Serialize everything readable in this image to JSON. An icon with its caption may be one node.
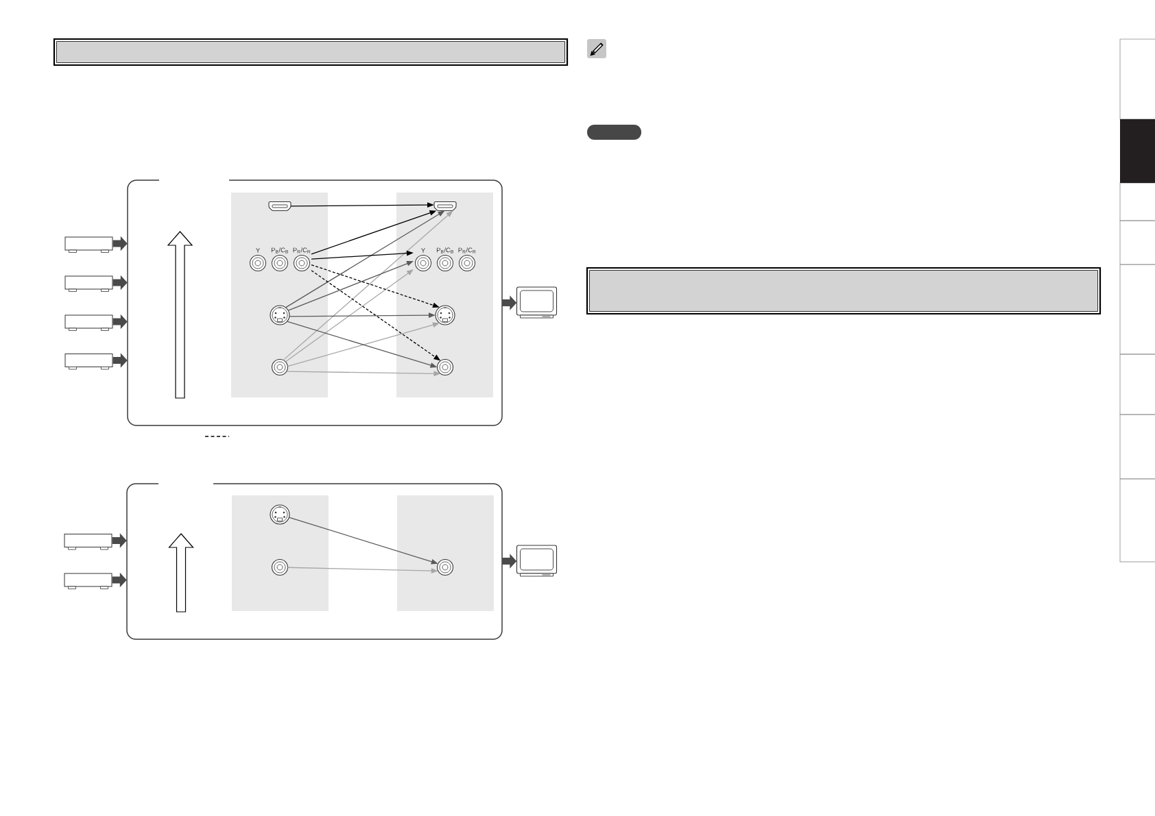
{
  "diagram": {
    "nodes": [
      {
        "text": [],
        "shape": "box"
      },
      {
        "text": [],
        "shape": "box",
        "in": 0
      },
      {
        "text": [],
        "shape": "picture",
        "in": 1
      },
      {
        "text": [
          "Y",
          "P$_{B}$/C$_{B}$",
          "P$_{R}$/C$_{R}$"
        ],
        "in": 1
      },
      {
        "text": [],
        "shape": "circle",
        "in": 1
      },
      {
        "text": [],
        "shape": "circle",
        "in": 1
      },
      {
        "text": [],
        "shape": "box",
        "in": 0
      },
      {
        "text": [],
        "shape": "picture",
        "in": 6
      },
      {
        "text": [
          "Y",
          "P$_{B}$/C$_{B}$",
          "P$_{R}$/C$_{R}$"
        ],
        "in": 6
      },
      {
        "text": [],
        "shape": "circle",
        "in": 6
      },
      {
        "text": [],
        "shape": "circle",
        "in": 6
      },
      {
        "text": [],
        "shape": "box"
      },
      {
        "text": [],
        "shape": "box"
      },
      {
        "text": [],
        "shape": "box"
      },
      {
        "text": [],
        "shape": "box"
      },
      {
        "text": [],
        "shape": "picture"
      },
      {
        "text": [],
        "shape": "box"
      },
      {
        "text": [],
        "shape": "box",
        "in": 16
      },
      {
        "text": [],
        "shape": "circle",
        "in": 17
      },
      {
        "text": [],
        "shape": "circle",
        "in": 17
      },
      {
        "text": [],
        "shape": "box",
        "in": 16
      },
      {
        "text": [],
        "shape": "circle",
        "in": 20
      },
      {
        "text": [],
        "shape": "box"
      },
      {
        "text": [],
        "shape": "box"
      },
      {
        "text": [],
        "shape": "picture"
      },
      {
        "text": [],
        "shape": "box"
      },
      {
        "text": [],
        "shape": "box"
      }
    ],
    "edges": [
      {
        "from": 2,
        "to": 7,
        "arrow": "to"
      },
      {
        "from": 3,
        "to": 7,
        "arrow": "to"
      },
      {
        "from": 3,
        "to": 8,
        "arrow": "to"
      },
      {
        "from": 3,
        "to": 9,
        "arrow": "to",
        "style": "dashed"
      },
      {
        "from": 3,
        "to": 10,
        "arrow": "to",
        "style": "dashed"
      },
      {
        "from": 4,
        "to": 7,
        "arrow": "to",
        "color": "#5a5a5a"
      },
      {
        "from": 4,
        "to": 8,
        "arrow": "to",
        "color": "#5a5a5a"
      },
      {
        "from": 4,
        "to": 9,
        "arrow": "to",
        "color": "#5a5a5a"
      },
      {
        "from": 4,
        "to": 10,
        "arrow": "to",
        "color": "#5a5a5a"
      },
      {
        "from": 5,
        "to": 7,
        "arrow": "to",
        "color": "#a6a6a6"
      },
      {
        "from": 5,
        "to": 8,
        "arrow": "to",
        "color": "#a6a6a6"
      },
      {
        "from": 5,
        "to": 9,
        "arrow": "to",
        "color": "#a6a6a6"
      },
      {
        "from": 5,
        "to": 10,
        "arrow": "to",
        "color": "#a6a6a6"
      },
      {
        "from": 11,
        "to": 0,
        "arrow": "to",
        "style": "thick",
        "color": "#4a4a4a"
      },
      {
        "from": 12,
        "to": 0,
        "arrow": "to",
        "style": "thick",
        "color": "#4a4a4a"
      },
      {
        "from": 13,
        "to": 0,
        "arrow": "to",
        "style": "thick",
        "color": "#4a4a4a"
      },
      {
        "from": 14,
        "to": 0,
        "arrow": "to",
        "style": "thick",
        "color": "#4a4a4a"
      },
      {
        "from": 0,
        "to": 15,
        "arrow": "to",
        "style": "thick",
        "color": "#4a4a4a"
      },
      {
        "from": 18,
        "to": 21,
        "arrow": "to",
        "color": "#5a5a5a"
      },
      {
        "from": 19,
        "to": 21,
        "arrow": "to",
        "color": "#a6a6a6"
      },
      {
        "from": 22,
        "to": 16,
        "arrow": "to",
        "style": "thick",
        "color": "#4a4a4a"
      },
      {
        "from": 23,
        "to": 16,
        "arrow": "to",
        "style": "thick",
        "color": "#4a4a4a"
      },
      {
        "from": 16,
        "to": 24,
        "arrow": "to",
        "style": "thick",
        "color": "#4a4a4a"
      }
    ]
  }
}
